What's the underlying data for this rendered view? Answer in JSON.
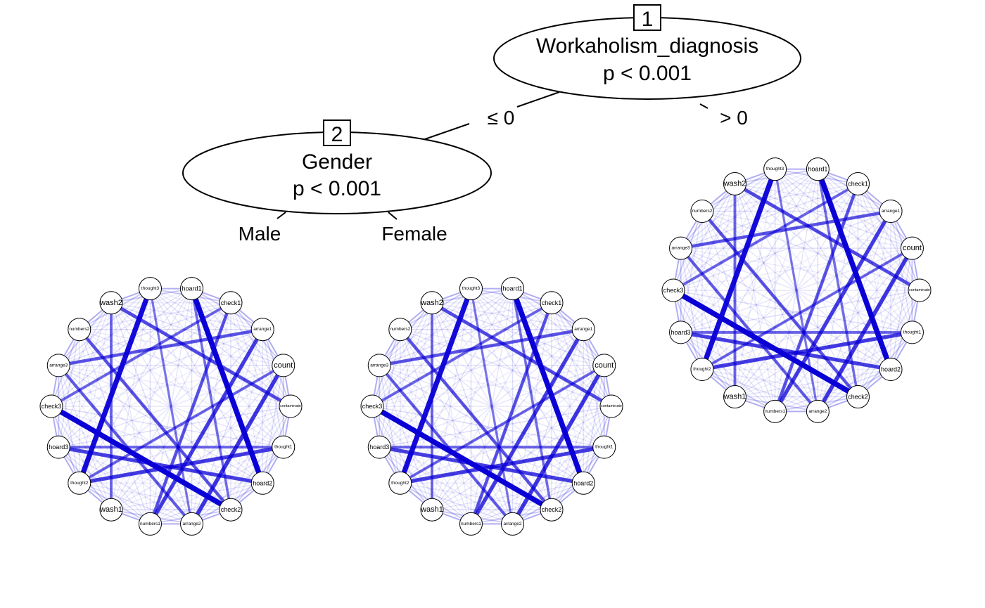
{
  "tree": {
    "split_nodes": [
      {
        "id": "1",
        "variable": "Workaholism_diagnosis",
        "p_value": "p < 0.001"
      },
      {
        "id": "2",
        "variable": "Gender",
        "p_value": "p < 0.001"
      }
    ],
    "edge_labels": {
      "node1_left": "≤ 0",
      "node1_right": "> 0",
      "node2_left": "Male",
      "node2_right": "Female"
    }
  },
  "network": {
    "nodes": [
      "hoard1",
      "check1",
      "arrange1",
      "count",
      "contaminate",
      "thought1",
      "hoard2",
      "check2",
      "arrange2",
      "numbers1",
      "wash1",
      "thought2",
      "hoard3",
      "check3",
      "arrange3",
      "numbers2",
      "wash2",
      "thought3"
    ],
    "edge_color": "#0a00d6",
    "strong_edges": [
      [
        "hoard1",
        "hoard2",
        1.0
      ],
      [
        "thought3",
        "thought2",
        0.95
      ],
      [
        "check3",
        "check2",
        1.0
      ],
      [
        "count",
        "arrange2",
        0.72
      ],
      [
        "arrange1",
        "numbers1",
        0.68
      ],
      [
        "thought1",
        "thought2",
        0.68
      ],
      [
        "hoard3",
        "hoard2",
        0.66
      ],
      [
        "wash2",
        "contaminate",
        0.6
      ],
      [
        "check1",
        "numbers1",
        0.55
      ],
      [
        "arrange3",
        "arrange1",
        0.55
      ],
      [
        "numbers2",
        "check2",
        0.55
      ],
      [
        "arrange3",
        "arrange2",
        0.5
      ],
      [
        "check1",
        "check3",
        0.45
      ],
      [
        "wash2",
        "wash1",
        0.45
      ],
      [
        "thought1",
        "hoard3",
        0.45
      ],
      [
        "count",
        "thought2",
        0.45
      ],
      [
        "hoard1",
        "check2",
        0.4
      ],
      [
        "thought3",
        "arrange2",
        0.35
      ]
    ]
  },
  "leaves": [
    {
      "id": "node3",
      "condition": "Workaholism_diagnosis ≤ 0, Gender = Male"
    },
    {
      "id": "node4",
      "condition": "Workaholism_diagnosis ≤ 0, Gender = Female"
    },
    {
      "id": "node5",
      "condition": "Workaholism_diagnosis > 0"
    }
  ]
}
